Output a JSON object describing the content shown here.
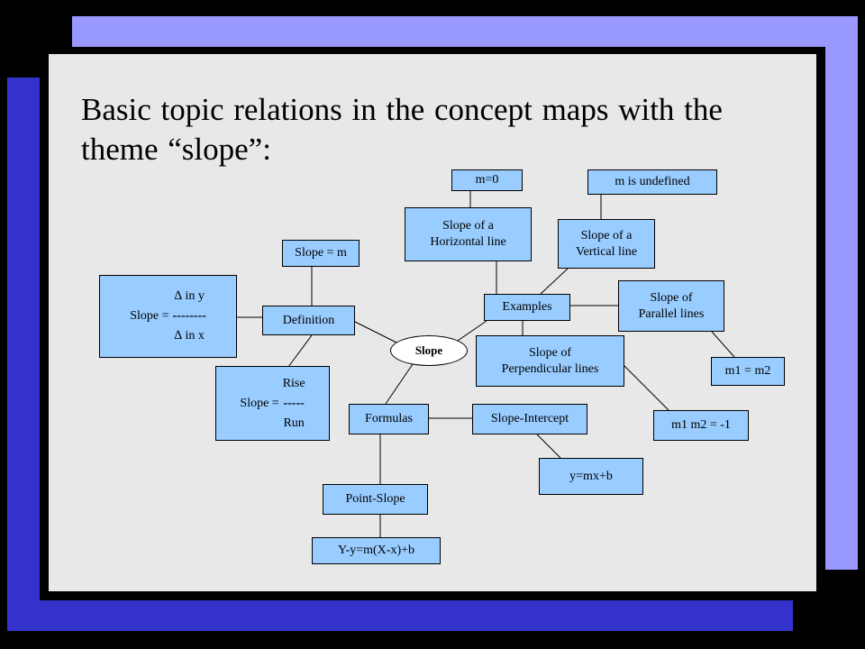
{
  "title": "Basic topic relations in the concept maps with the theme “slope”:",
  "nodes": {
    "slope": "Slope",
    "m0": "m=0",
    "undefined": "m is undefined",
    "horizontal_l1": "Slope of a",
    "horizontal_l2": "Horizontal line",
    "vertical_l1": "Slope of a",
    "vertical_l2": "Vertical line",
    "slope_m": "Slope = m",
    "delta": {
      "label": "Slope =",
      "top": "∆ in y",
      "bar": "--------",
      "bottom": "∆ in x"
    },
    "definition": "Definition",
    "examples": "Examples",
    "parallel_l1": "Slope of",
    "parallel_l2": "Parallel lines",
    "perpendicular_l1": "Slope of",
    "perpendicular_l2": "Perpendicular lines",
    "rise_run": {
      "label": "Slope =",
      "top": "Rise",
      "bar": "-----",
      "bottom": "Run"
    },
    "m1m2": "m1 = m2",
    "formulas": "Formulas",
    "slope_intercept": "Slope-Intercept",
    "m1m2_neg": "m1  m2 = -1",
    "ymxb": "y=mx+b",
    "point_slope": "Point-Slope",
    "point_slope_formula": "Y-y=m(X-x)+b"
  },
  "colors": {
    "node_fill": "#99ccff",
    "panel": "#e8e8e8",
    "accent_lavender": "#9999ff",
    "accent_blue": "#3333cc"
  }
}
